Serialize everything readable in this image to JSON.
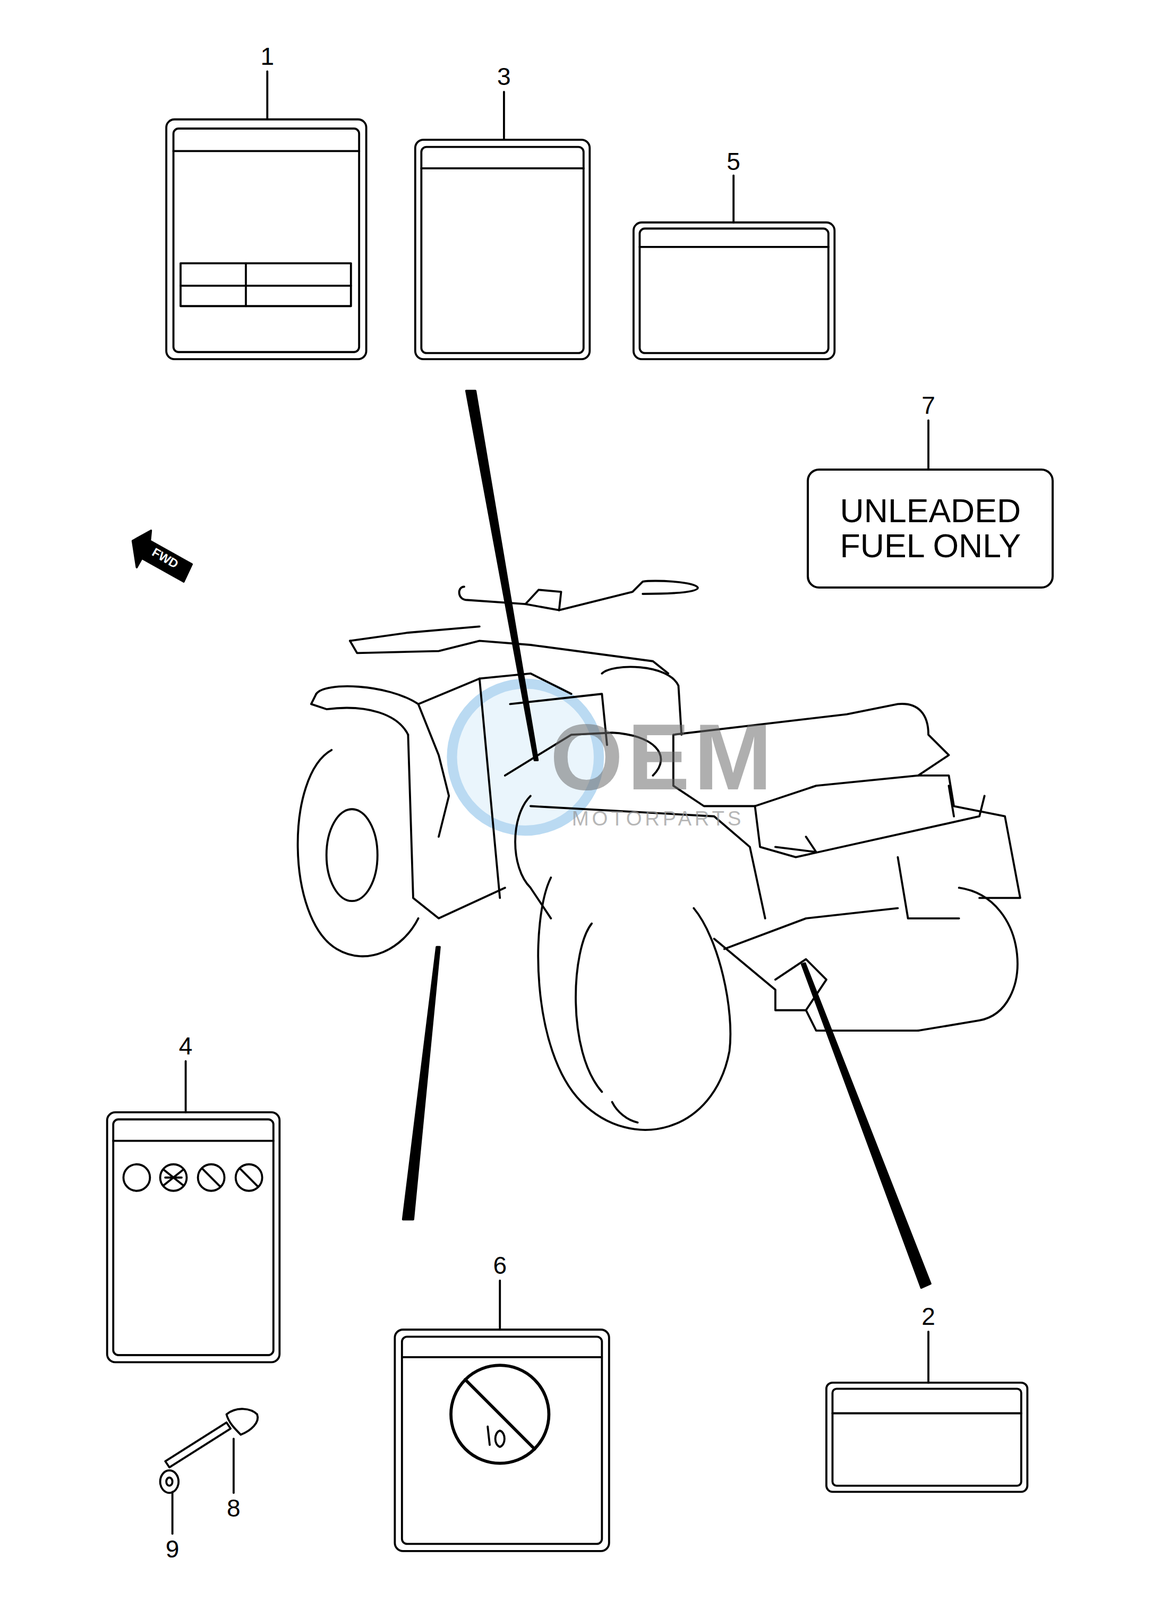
{
  "diagram": {
    "nodes": [
      {
        "text": [
          "UNLEADED FUEL ONLY"
        ]
      }
    ],
    "labels": [
      "1",
      "3",
      "5",
      "7",
      "FWD",
      "4",
      "6",
      "2",
      "8",
      "9",
      "OEM",
      "MOTORPARTS"
    ]
  }
}
